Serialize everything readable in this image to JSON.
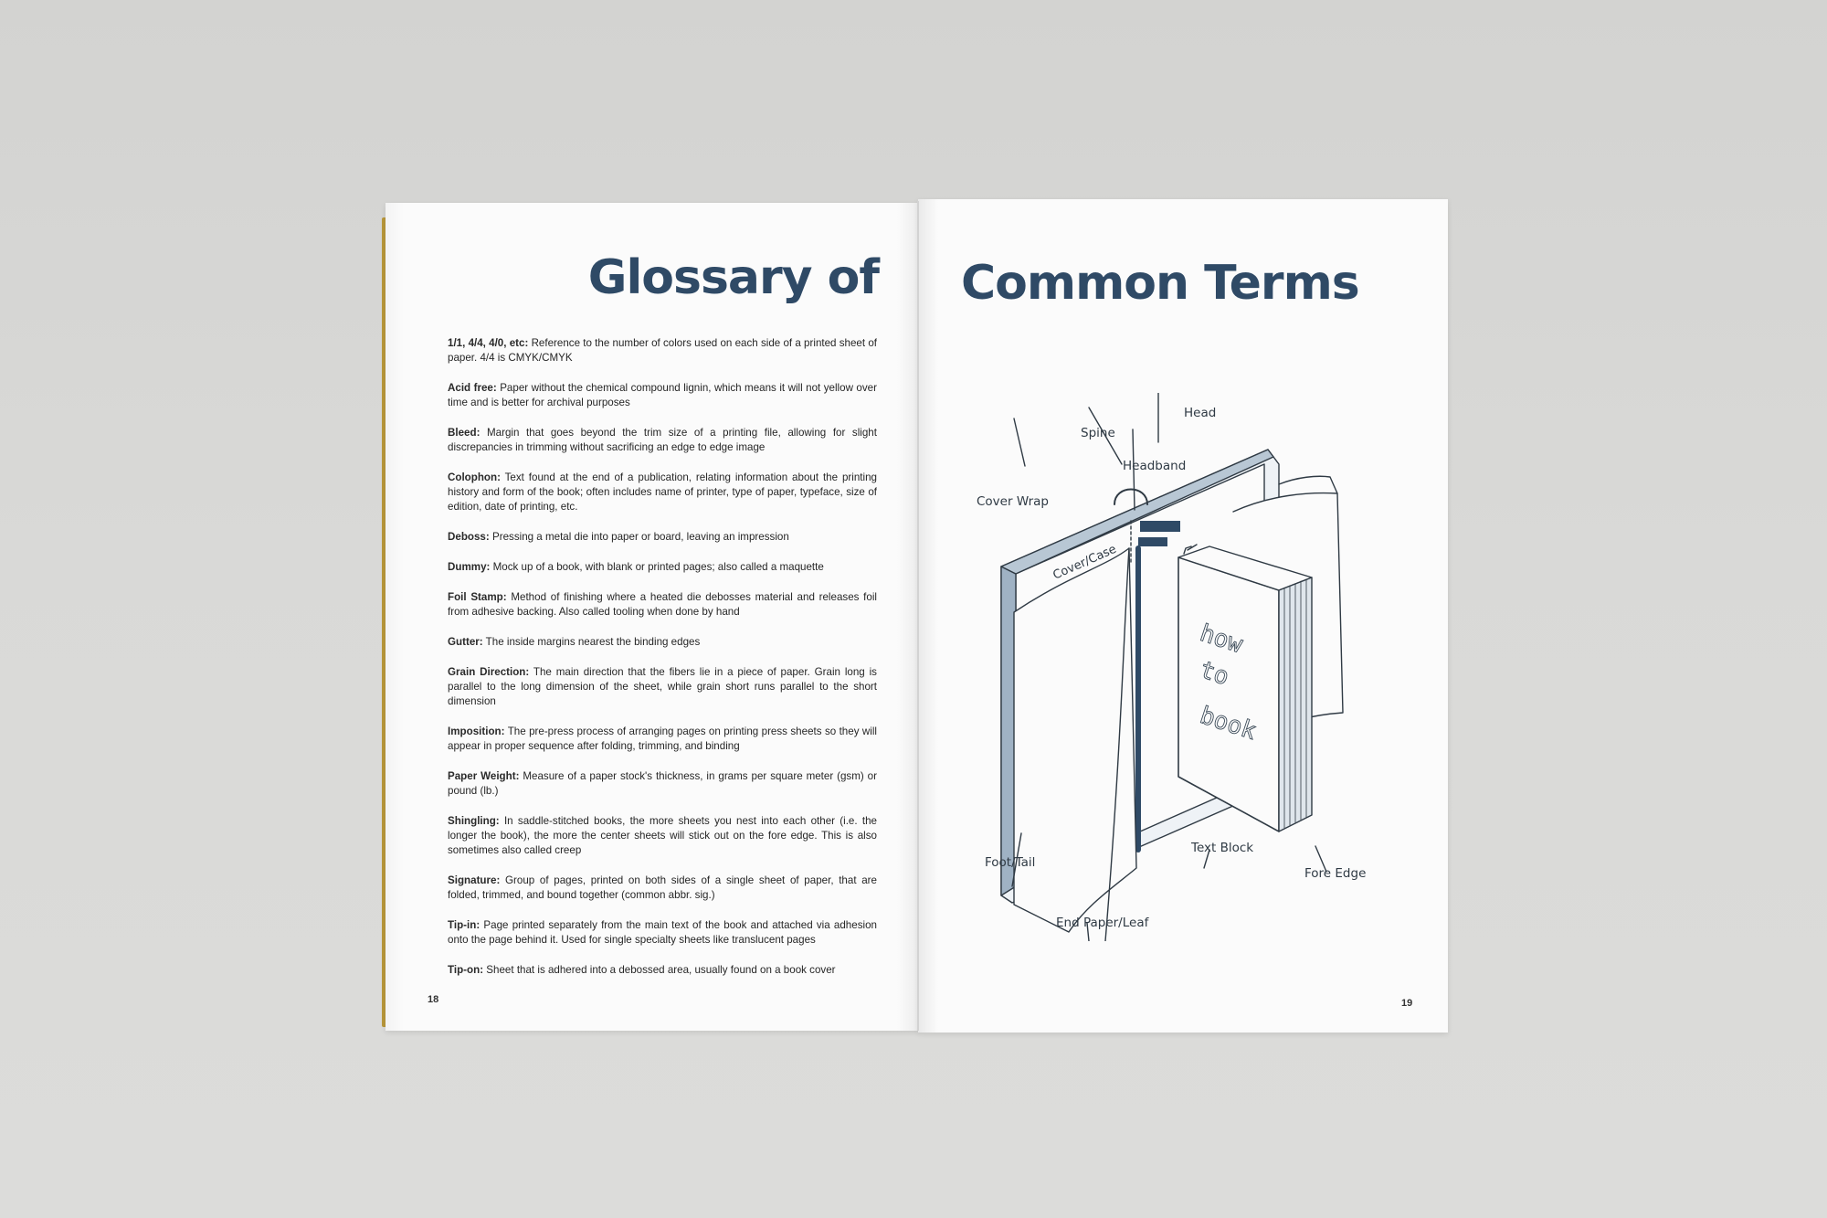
{
  "left_page": {
    "title": "Glossary of",
    "page_number": "18",
    "entries": [
      {
        "term": "1/1, 4/4, 4/0, etc:",
        "definition": "Reference to the number of colors used on each side of a printed sheet of paper. 4/4 is CMYK/CMYK"
      },
      {
        "term": "Acid free:",
        "definition": "Paper without the chemical compound lignin, which means it will not yellow over time and is better for archival purposes"
      },
      {
        "term": "Bleed:",
        "definition": "Margin that goes beyond the trim size of a printing file, allowing for slight discrepancies in trimming without sacrificing an edge to edge image"
      },
      {
        "term": "Colophon:",
        "definition": "Text found at the end of a publication, relating information about the printing history and form of the book; often includes name of printer, type of paper, typeface, size of edition, date of printing, etc."
      },
      {
        "term": "Deboss:",
        "definition": "Pressing a metal die into paper or board, leaving an impression"
      },
      {
        "term": "Dummy:",
        "definition": "Mock up of a book, with blank or printed pages; also called a maquette"
      },
      {
        "term": "Foil Stamp:",
        "definition": "Method of finishing where a heated die debosses material and releases foil from adhesive backing. Also called tooling when done by hand"
      },
      {
        "term": "Gutter:",
        "definition": "The inside margins nearest the binding edges"
      },
      {
        "term": "Grain Direction:",
        "definition": "The main direction that the fibers lie in a piece of paper. Grain long is parallel to the long dimension of the sheet, while grain short runs parallel to the short dimension"
      },
      {
        "term": "Imposition:",
        "definition": "The pre-press process of arranging pages on printing press sheets so they will appear in proper sequence after folding, trimming, and binding"
      },
      {
        "term": "Paper Weight:",
        "definition": "Measure of a paper stock's thickness, in grams per square meter (gsm) or pound (lb.)"
      },
      {
        "term": "Shingling:",
        "definition": "In saddle-stitched books, the more sheets you nest into each other (i.e. the longer the book), the more the center sheets will stick out on the fore edge. This is also sometimes also called creep"
      },
      {
        "term": "Signature:",
        "definition": "Group of pages, printed on both sides of a single sheet of paper, that are folded, trimmed, and bound together (common abbr. sig.)"
      },
      {
        "term": "Tip-in:",
        "definition": "Page printed separately from the main text of the book and attached via adhesion onto the page behind it. Used for single specialty sheets like translucent pages"
      },
      {
        "term": "Tip-on:",
        "definition": "Sheet that is adhered into a debossed area, usually found on a book cover"
      }
    ]
  },
  "right_page": {
    "title": "Common Terms",
    "page_number": "19",
    "diagram": {
      "labels": {
        "head": "Head",
        "spine": "Spine",
        "headband": "Headband",
        "cover_wrap": "Cover Wrap",
        "cover_case": "Cover/Case",
        "foot_tail": "Foot/Tail",
        "end_paper": "End Paper/Leaf",
        "text_block": "Text Block",
        "fore_edge": "Fore Edge"
      },
      "book_cover_text": [
        "how",
        "to",
        "book"
      ],
      "ink_color": "#2f4a66"
    }
  }
}
